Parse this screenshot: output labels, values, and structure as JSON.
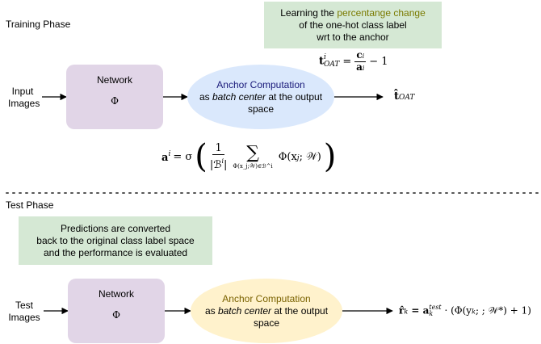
{
  "training": {
    "phase_label": "Training Phase",
    "note": {
      "line1_prefix": "Learning the ",
      "line1_highlight": "percentange change",
      "line2": "of the one-hot class label",
      "line3": "wrt to the anchor"
    },
    "input_label_line1": "Input",
    "input_label_line2": "Images",
    "network": {
      "title": "Network",
      "symbol": "Φ"
    },
    "anchor": {
      "title": "Anchor Computation",
      "line2_prefix": "as ",
      "line2_emph": "batch center",
      "line2_suffix": " at the output",
      "line3": "space"
    },
    "output_formula": "t̂",
    "output_sub": "OAT",
    "target_formula_lhs": "t",
    "target_formula_sup": "i",
    "target_formula_sub": "OAT",
    "target_num": "c",
    "target_num_sub": "i",
    "target_den": "a",
    "target_den_sub": "i",
    "target_rhs": "− 1",
    "anchor_formula": {
      "lhs": "a",
      "lhs_sup": "i",
      "eq": "= σ",
      "frac_num": "1",
      "frac_den": "|ℬ",
      "frac_den_sup": "i",
      "frac_den_close": "|",
      "sum": "∑",
      "sum_sub": "Φ(x_j;𝒲)∈ℬ^i",
      "body": "Φ(x",
      "body_sub": "j",
      "body_rest": "; 𝒲)"
    }
  },
  "test": {
    "phase_label": "Test Phase",
    "note": {
      "line1": "Predictions are converted",
      "line2": "back to the original class label space",
      "line3": "and the performance is evaluated"
    },
    "input_label_line1": "Test",
    "input_label_line2": "Images",
    "network": {
      "title": "Network",
      "symbol": "Φ"
    },
    "anchor": {
      "title": "Anchor Computation",
      "line2_prefix": "as ",
      "line2_emph": "batch center",
      "line2_suffix": " at the output",
      "line3": "space"
    },
    "output_formula": {
      "lhs": "r̂",
      "lhs_sub": "k",
      "eq": " = a",
      "a_sub": "k",
      "a_sup": "test",
      "rest": " · (Φ(y",
      "y_sub": "k",
      "rest2": "; ; 𝒲*) + 1)"
    }
  },
  "colors": {
    "network_fill": "#e1d5e7",
    "train_anchor_fill": "#dae8fc",
    "test_anchor_fill": "#fff2cc",
    "note_fill": "#d5e8d4",
    "train_anchor_title": "#1a1a7a",
    "test_anchor_title": "#7a6200",
    "highlight_text": "#7a7a00"
  }
}
